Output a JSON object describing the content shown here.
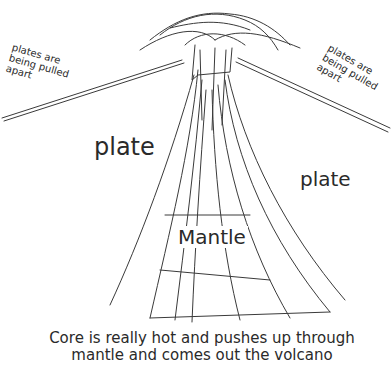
{
  "diagram": {
    "labels": [
      "plates are being pulled apart",
      "plates are being pulled apart",
      "plate",
      "plate",
      "Mantle",
      "Core is really hot and pushes up through mantle and comes out the volcano"
    ]
  }
}
